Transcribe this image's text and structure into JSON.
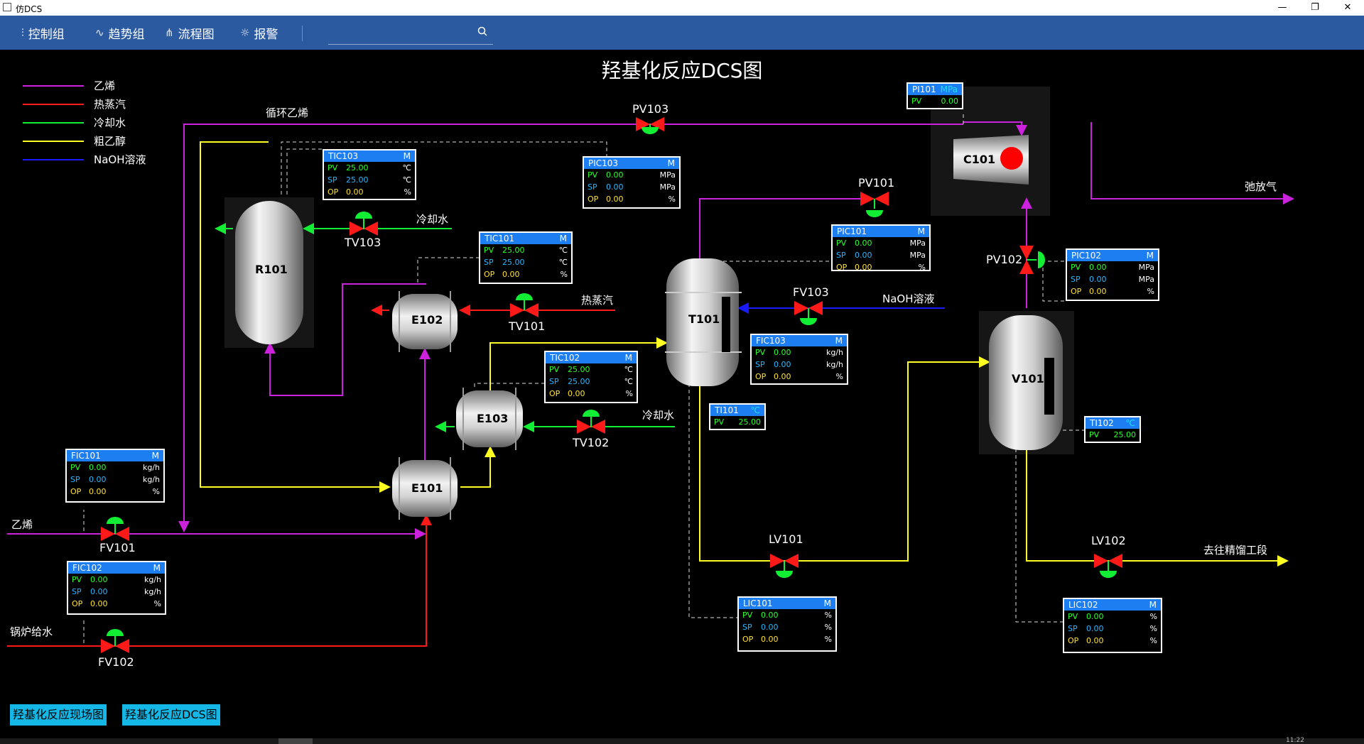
{
  "window": {
    "title": "仿DCS",
    "minimize": "—",
    "restore": "❐",
    "close": "✕"
  },
  "toolbar": {
    "items": [
      {
        "label": "控制组",
        "icon": "sliders-icon"
      },
      {
        "label": "趋势组",
        "icon": "trend-icon"
      },
      {
        "label": "流程图",
        "icon": "flowchart-icon"
      },
      {
        "label": "报警",
        "icon": "alarm-icon"
      }
    ],
    "search_placeholder": ""
  },
  "page_title": "羟基化反应DCS图",
  "legend": [
    {
      "label": "乙烯",
      "color": "#cc22dd"
    },
    {
      "label": "热蒸汽",
      "color": "#ff1a1a"
    },
    {
      "label": "冷却水",
      "color": "#11ee33"
    },
    {
      "label": "粗乙醇",
      "color": "#ffff22"
    },
    {
      "label": "NaOH溶液",
      "color": "#1a1aff"
    }
  ],
  "streams": {
    "recycle_ethylene": "循环乙烯",
    "ethylene": "乙烯",
    "boiler_water": "锅炉给水",
    "cooling_water_1": "冷却水",
    "cooling_water_2": "冷却水",
    "hot_steam": "热蒸汽",
    "naoh": "NaOH溶液",
    "vent": "弛放气",
    "to_distillation": "去往精馏工段"
  },
  "equipment": {
    "r101": "R101",
    "e101": "E101",
    "e102": "E102",
    "e103": "E103",
    "t101": "T101",
    "v101": "V101",
    "c101": "C101"
  },
  "valves": {
    "pv103": "PV103",
    "pv101": "PV101",
    "pv102": "PV102",
    "tv103": "TV103",
    "tv101": "TV101",
    "tv102": "TV102",
    "fv101": "FV101",
    "fv102": "FV102",
    "fv103": "FV103",
    "lv101": "LV101",
    "lv102": "LV102"
  },
  "faceplates": {
    "tic103": {
      "tag": "TIC103",
      "mode": "M",
      "pv": "25.00",
      "sp": "25.00",
      "op": "0.00",
      "pv_unit": "℃",
      "sp_unit": "℃",
      "op_unit": "%"
    },
    "pic103": {
      "tag": "PIC103",
      "mode": "M",
      "pv": "0.00",
      "sp": "0.00",
      "op": "0.00",
      "pv_unit": "MPa",
      "sp_unit": "MPa",
      "op_unit": "%"
    },
    "tic101": {
      "tag": "TIC101",
      "mode": "M",
      "pv": "25.00",
      "sp": "25.00",
      "op": "0.00",
      "pv_unit": "℃",
      "sp_unit": "℃",
      "op_unit": "%"
    },
    "tic102": {
      "tag": "TIC102",
      "mode": "M",
      "pv": "25.00",
      "sp": "25.00",
      "op": "0.00",
      "pv_unit": "℃",
      "sp_unit": "℃",
      "op_unit": "%"
    },
    "pic101": {
      "tag": "PIC101",
      "mode": "M",
      "pv": "0.00",
      "sp": "0.00",
      "op": "0.00",
      "pv_unit": "MPa",
      "sp_unit": "MPa",
      "op_unit": "%"
    },
    "pic102": {
      "tag": "PIC102",
      "mode": "M",
      "pv": "0.00",
      "sp": "0.00",
      "op": "0.00",
      "pv_unit": "MPa",
      "sp_unit": "MPa",
      "op_unit": "%"
    },
    "fic103": {
      "tag": "FIC103",
      "mode": "M",
      "pv": "0.00",
      "sp": "0.00",
      "op": "0.00",
      "pv_unit": "kg/h",
      "sp_unit": "kg/h",
      "op_unit": "%"
    },
    "fic101": {
      "tag": "FIC101",
      "mode": "M",
      "pv": "0.00",
      "sp": "0.00",
      "op": "0.00",
      "pv_unit": "kg/h",
      "sp_unit": "kg/h",
      "op_unit": "%"
    },
    "fic102": {
      "tag": "FIC102",
      "mode": "M",
      "pv": "0.00",
      "sp": "0.00",
      "op": "0.00",
      "pv_unit": "kg/h",
      "sp_unit": "kg/h",
      "op_unit": "%"
    },
    "lic101": {
      "tag": "LIC101",
      "mode": "M",
      "pv": "0.00",
      "sp": "0.00",
      "op": "0.00",
      "pv_unit": "%",
      "sp_unit": "%",
      "op_unit": "%"
    },
    "lic102": {
      "tag": "LIC102",
      "mode": "M",
      "pv": "0.00",
      "sp": "0.00",
      "op": "0.00",
      "pv_unit": "%",
      "sp_unit": "%",
      "op_unit": "%"
    }
  },
  "indicators": {
    "pi101": {
      "tag": "PI101",
      "unit": "MPa",
      "pv": "0.00"
    },
    "ti101": {
      "tag": "TI101",
      "unit": "℃",
      "pv": "25.00"
    },
    "ti102": {
      "tag": "TI102",
      "unit": "℃",
      "pv": "25.00"
    }
  },
  "labels": {
    "pv": "PV",
    "sp": "SP",
    "op": "OP"
  },
  "nav": {
    "field_view": "羟基化反应现场图",
    "dcs_view": "羟基化反应DCS图"
  },
  "status": {
    "clock": "11:22"
  }
}
